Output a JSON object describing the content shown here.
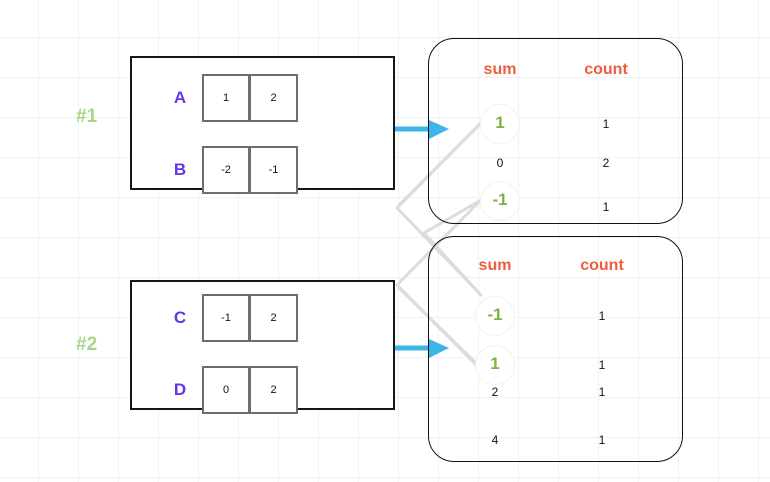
{
  "diagram": {
    "title": "map-reduce partial aggregation diagram",
    "colors": {
      "grid": "#f1f1f1",
      "group_label": "#a6d785",
      "row_label": "#6633ee",
      "header": "#ef5d3c",
      "highlight": "#7cb342",
      "arrow": "#3cb6e8",
      "connector": "#dcdcdc",
      "block_border": "#161616",
      "cell_border": "#6e6e6e"
    }
  },
  "groups": [
    {
      "label": "#1",
      "rows": [
        {
          "name": "A",
          "cells": [
            "1",
            "2"
          ]
        },
        {
          "name": "B",
          "cells": [
            "-2",
            "-1"
          ]
        }
      ]
    },
    {
      "label": "#2",
      "rows": [
        {
          "name": "C",
          "cells": [
            "-1",
            "2"
          ]
        },
        {
          "name": "D",
          "cells": [
            "0",
            "2"
          ]
        }
      ]
    }
  ],
  "results": [
    {
      "headers": {
        "sum": "sum",
        "count": "count"
      },
      "rows": [
        {
          "sum": "1",
          "count": "1",
          "highlighted": true
        },
        {
          "sum": "0",
          "count": "2",
          "highlighted": false
        },
        {
          "sum": "-1",
          "count": "1",
          "highlighted": true
        }
      ]
    },
    {
      "headers": {
        "sum": "sum",
        "count": "count"
      },
      "rows": [
        {
          "sum": "-1",
          "count": "1",
          "highlighted": true
        },
        {
          "sum": "1",
          "count": "1",
          "highlighted": true
        },
        {
          "sum": "2",
          "count": "1",
          "highlighted": false
        },
        {
          "sum": "4",
          "count": "1",
          "highlighted": false
        }
      ]
    }
  ],
  "arrows": [
    {
      "name": "arrow-group1-to-result1"
    },
    {
      "name": "arrow-group2-to-result2"
    }
  ]
}
